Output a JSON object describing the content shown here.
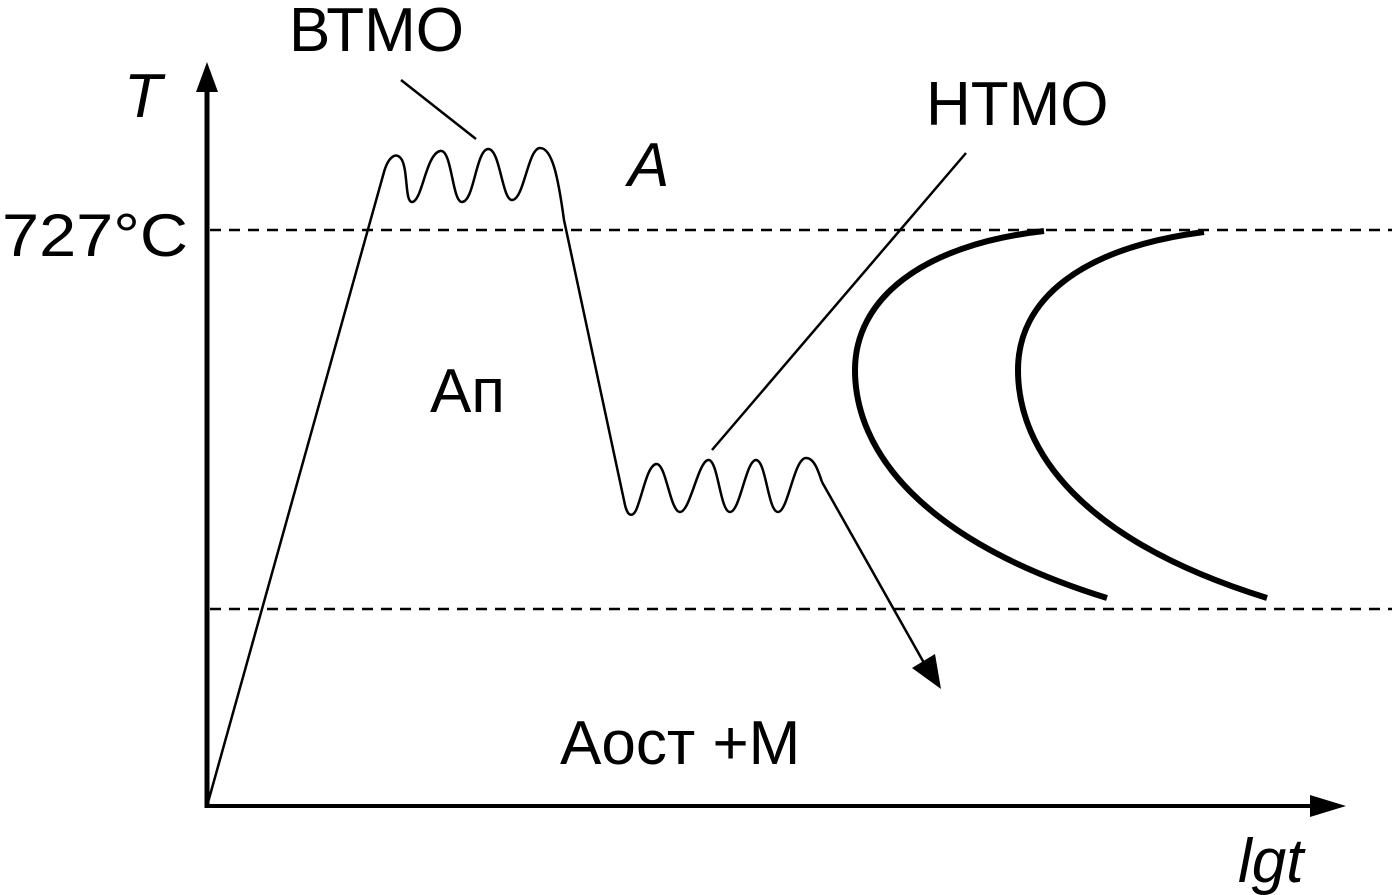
{
  "axes": {
    "y_label": "T",
    "x_label": "lgt",
    "temperature_mark": "727°C"
  },
  "labels": {
    "vtmo": "ВТМО",
    "ntmo": "НТМО",
    "austenite": "А",
    "undercooled_austenite": "Ап",
    "retained_austenite_martensite": "Аост +М"
  },
  "colors": {
    "ink": "#000000",
    "background": "#ffffff"
  }
}
